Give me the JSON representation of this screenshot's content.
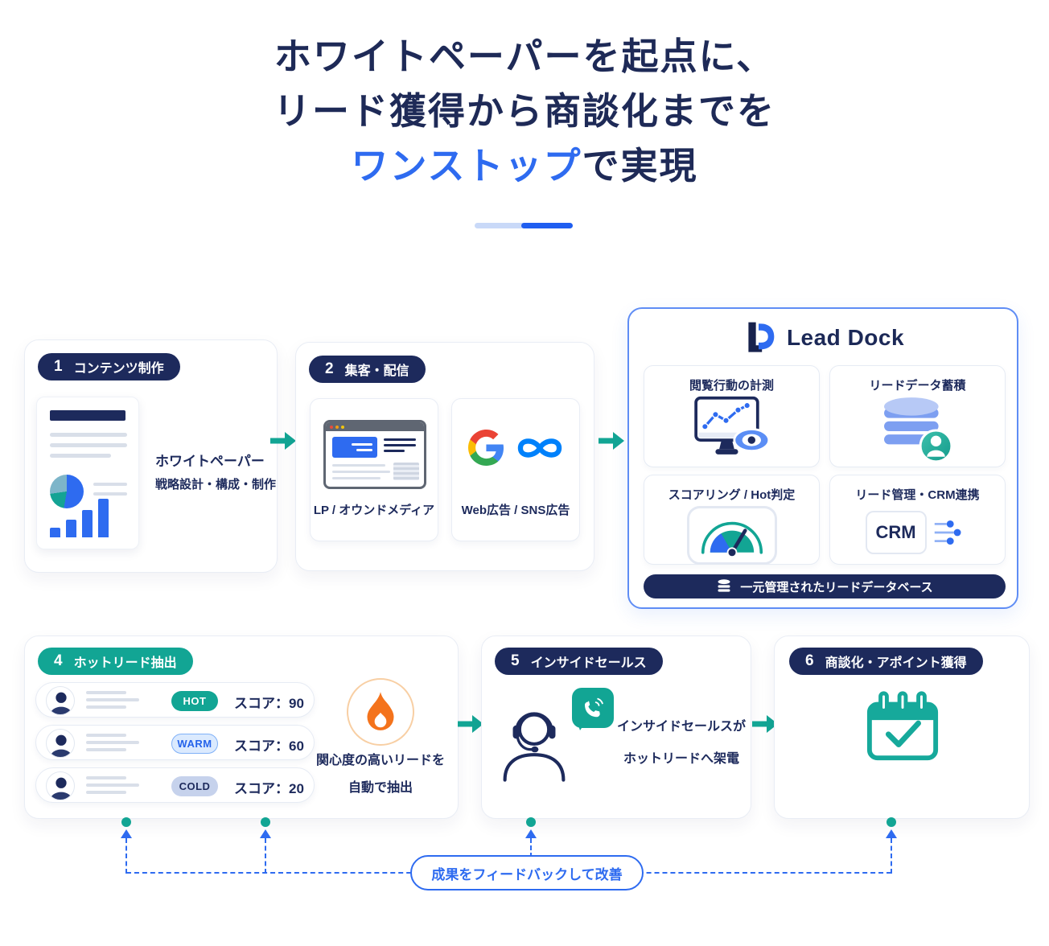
{
  "colors": {
    "navy": "#1d2a5c",
    "blue": "#2e6bf0",
    "teal": "#12a594",
    "orange": "#f4731c",
    "meta_blue": "#0081fb",
    "light_blue": "#c9d9f8"
  },
  "title": {
    "line1": "ホワイトペーパーを起点に、",
    "line2": "リード獲得から商談化までを",
    "line3_highlight": "ワンストップ",
    "line3_rest": "で実現"
  },
  "flow_row1": {
    "step1": {
      "number": "1",
      "label": "コンテンツ制作",
      "icon": "whitepaper-document-icon",
      "caption_line1": "ホワイトペーパー",
      "caption_line2": "戦略設計・構成・制作"
    },
    "step2": {
      "number": "2",
      "label": "集客・配信",
      "cards": [
        {
          "icon": "browser-lp-icon",
          "label": "LP / オウンドメディア"
        },
        {
          "icons": [
            "google-logo-icon",
            "meta-logo-icon"
          ],
          "label": "Web広告 / SNS広告"
        }
      ]
    },
    "lead_dock": {
      "brand": "Lead Dock",
      "logo_icon": "lead-dock-logo-icon",
      "features": [
        {
          "icon": "monitor-eye-icon",
          "label": "閲覧行動の計測"
        },
        {
          "icon": "database-user-icon",
          "label": "リードデータ蓄積"
        },
        {
          "icon": "gauge-icon",
          "label": "スコアリング / Hot判定"
        },
        {
          "icon": "crm-link-icon",
          "label": "リード管理・CRM連携"
        }
      ],
      "crm_text": "CRM",
      "footer": {
        "icon": "database-icon",
        "label": "一元管理されたリードデータベース"
      }
    }
  },
  "flow_row2": {
    "step4": {
      "number": "4",
      "label": "ホットリード抽出",
      "leads": [
        {
          "icon": "user-avatar-icon",
          "badge": "HOT",
          "score": "スコア：90"
        },
        {
          "icon": "user-avatar-icon",
          "badge": "WARM",
          "score": "スコア：60"
        },
        {
          "icon": "user-avatar-icon",
          "badge": "COLD",
          "score": "スコア：20"
        }
      ],
      "flame_icon": "flame-icon",
      "caption_line1": "関心度の高いリードを",
      "caption_line2": "自動で抽出"
    },
    "step5": {
      "number": "5",
      "label": "インサイドセールス",
      "icon": "headset-agent-icon",
      "bubble_icon": "phone-bubble-icon",
      "caption_line1": "インサイドセールスが",
      "caption_line2": "ホットリードへ架電"
    },
    "step6": {
      "number": "6",
      "label": "商談化・アポイント獲得",
      "icon": "calendar-check-icon"
    }
  },
  "feedback": {
    "label": "成果をフィードバックして改善"
  }
}
